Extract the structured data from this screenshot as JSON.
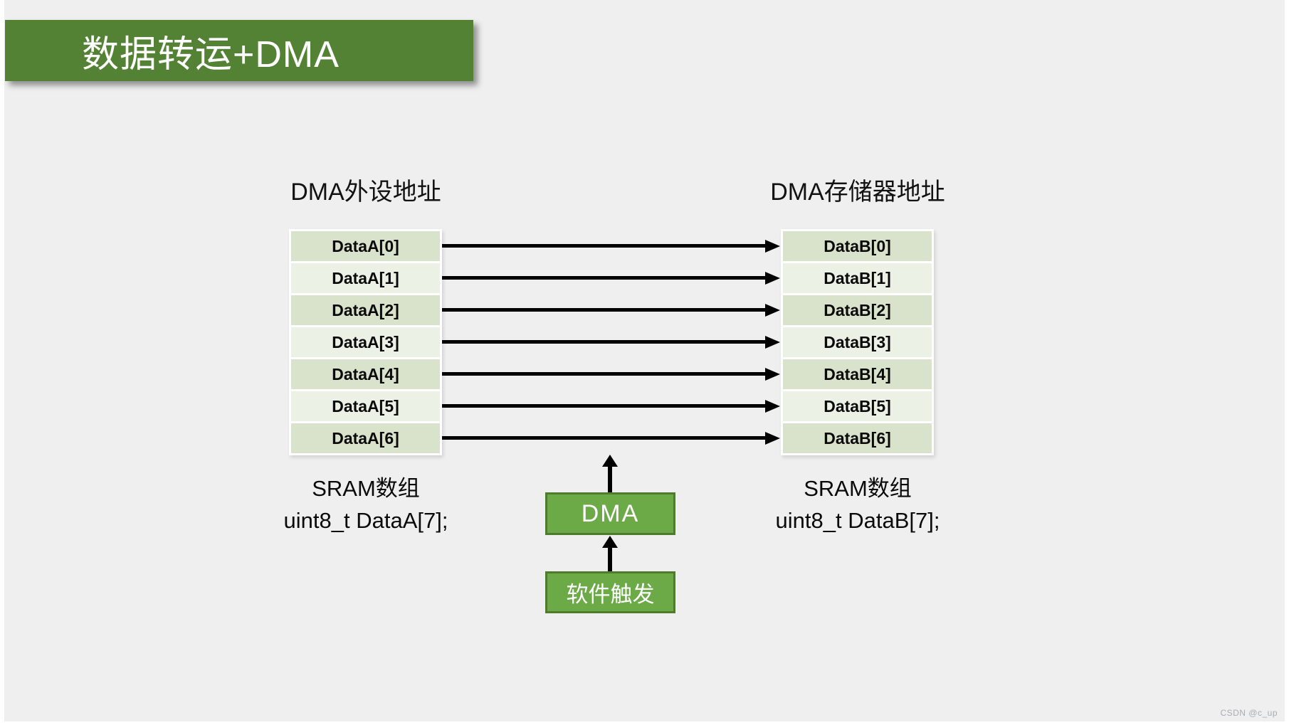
{
  "title": "数据转运+DMA",
  "left_column": {
    "header": "DMA外设地址",
    "cells": [
      "DataA[0]",
      "DataA[1]",
      "DataA[2]",
      "DataA[3]",
      "DataA[4]",
      "DataA[5]",
      "DataA[6]"
    ],
    "caption_line1": "SRAM数组",
    "caption_line2": "uint8_t DataA[7];"
  },
  "right_column": {
    "header": "DMA存储器地址",
    "cells": [
      "DataB[0]",
      "DataB[1]",
      "DataB[2]",
      "DataB[3]",
      "DataB[4]",
      "DataB[5]",
      "DataB[6]"
    ],
    "caption_line1": "SRAM数组",
    "caption_line2": "uint8_t DataB[7];"
  },
  "center": {
    "dma_label": "DMA",
    "trigger_label": "软件触发"
  },
  "watermark": "CSDN @c_up",
  "colors": {
    "banner_green": "#548235",
    "box_green": "#6caa47",
    "box_border_green": "#4e7b2e",
    "cell_dark": "#d9e3cb",
    "cell_light": "#ecf1e6",
    "slide_bg": "#efefef",
    "arrow_black": "#000000",
    "title_text": "#ffffff"
  }
}
